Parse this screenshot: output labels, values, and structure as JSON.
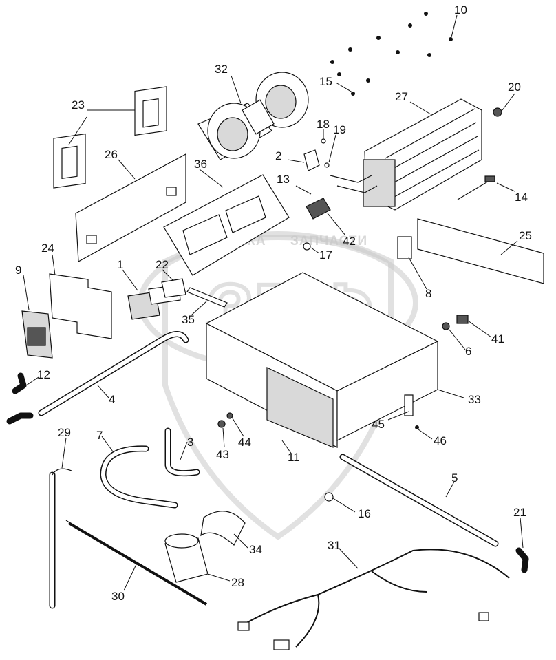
{
  "watermark": {
    "left_text": "ТЕХНИКА",
    "right_text": "ЗАПЧАСТИ",
    "emblem_letters": "ЗПФ"
  },
  "callouts": {
    "c1": "1",
    "c2": "2",
    "c3": "3",
    "c4": "4",
    "c5": "5",
    "c6": "6",
    "c7": "7",
    "c8": "8",
    "c9": "9",
    "c10": "10",
    "c11": "11",
    "c12": "12",
    "c13": "13",
    "c14": "14",
    "c15": "15",
    "c16": "16",
    "c17": "17",
    "c18": "18",
    "c19": "19",
    "c20": "20",
    "c21": "21",
    "c22": "22",
    "c23": "23",
    "c24": "24",
    "c25": "25",
    "c26": "26",
    "c27": "27",
    "c28": "28",
    "c29": "29",
    "c30": "30",
    "c31": "31",
    "c32": "32",
    "c33": "33",
    "c34": "34",
    "c35": "35",
    "c36": "36",
    "c41": "41",
    "c42": "42",
    "c43": "43",
    "c44": "44",
    "c45": "45",
    "c46": "46"
  }
}
